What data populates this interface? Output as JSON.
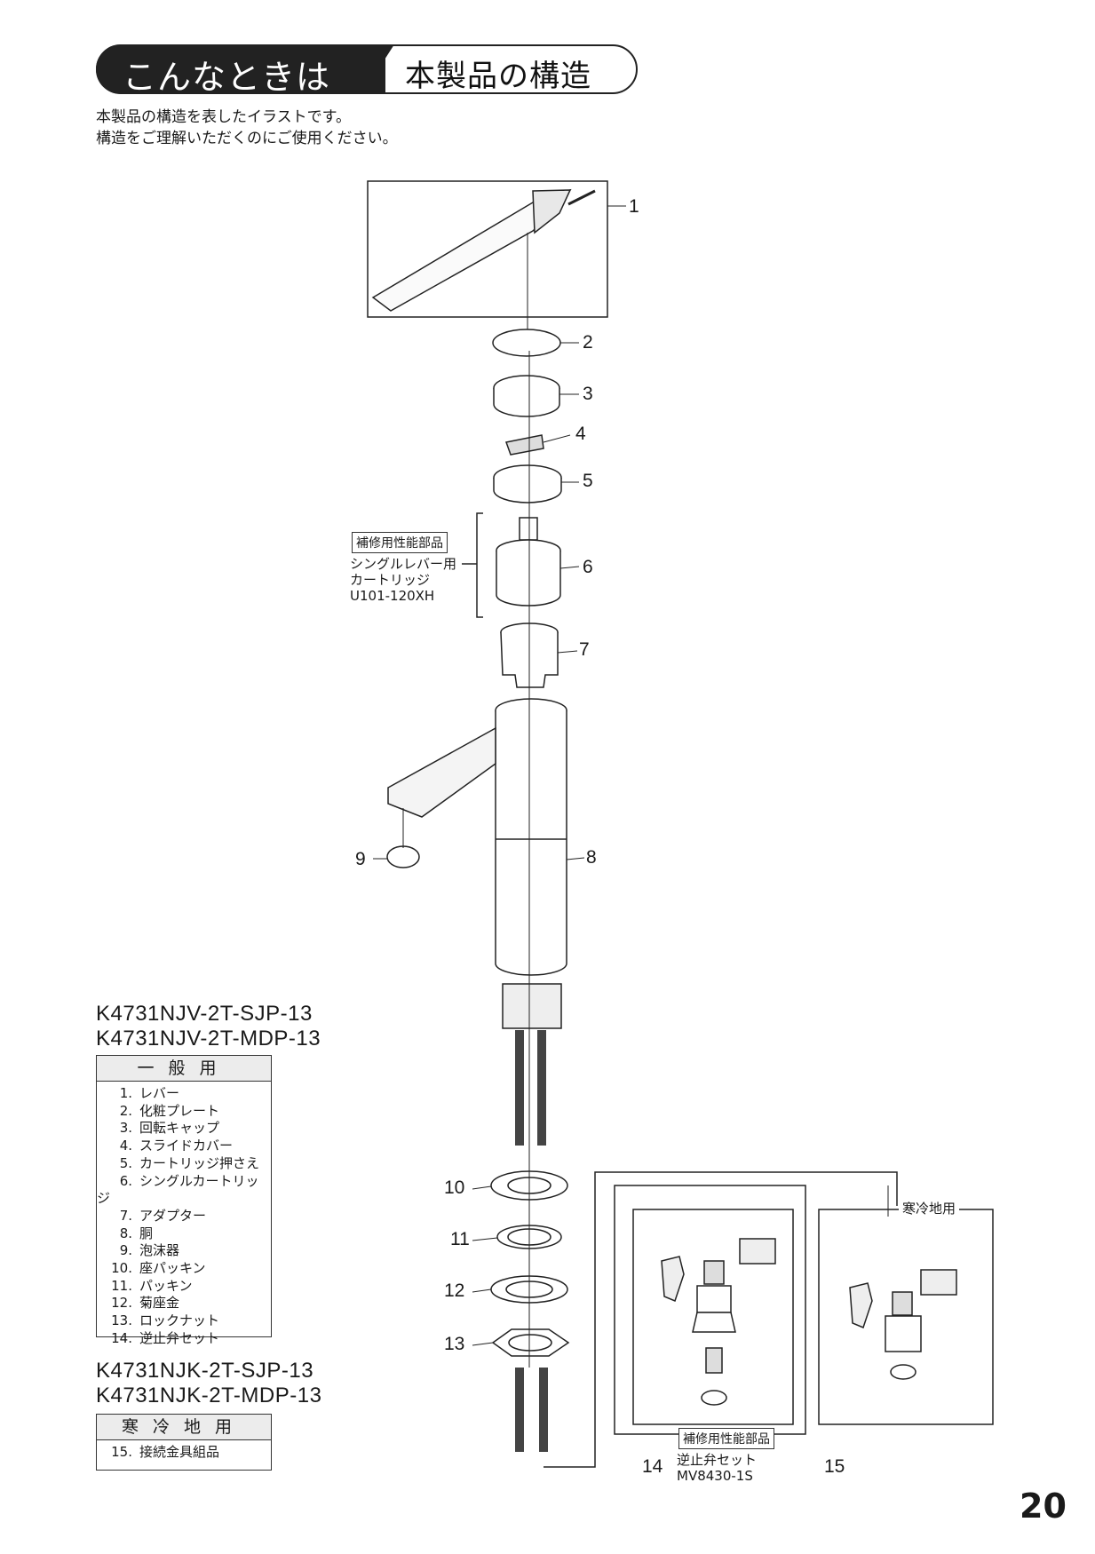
{
  "header": {
    "section": "こんなときは",
    "topic": "本製品の構造"
  },
  "intro": {
    "line1": "本製品の構造を表したイラストです。",
    "line2": "構造をご理解いただくのにご使用ください。"
  },
  "general": {
    "models": [
      "K4731NJV-2T-SJP-13",
      "K4731NJV-2T-MDP-13"
    ],
    "heading": "一般用",
    "parts": [
      {
        "no": "1.",
        "name": "レバー"
      },
      {
        "no": "2.",
        "name": "化粧プレート"
      },
      {
        "no": "3.",
        "name": "回転キャップ"
      },
      {
        "no": "4.",
        "name": "スライドカバー"
      },
      {
        "no": "5.",
        "name": "カートリッジ押さえ"
      },
      {
        "no": "6.",
        "name": "シングルカートリッジ"
      },
      {
        "no": "7.",
        "name": "アダプター"
      },
      {
        "no": "8.",
        "name": "胴"
      },
      {
        "no": "9.",
        "name": "泡沫器"
      },
      {
        "no": "10.",
        "name": "座パッキン"
      },
      {
        "no": "11.",
        "name": "パッキン"
      },
      {
        "no": "12.",
        "name": "菊座金"
      },
      {
        "no": "13.",
        "name": "ロックナット"
      },
      {
        "no": "14.",
        "name": "逆止弁セット"
      }
    ]
  },
  "cold": {
    "models": [
      "K4731NJK-2T-SJP-13",
      "K4731NJK-2T-MDP-13"
    ],
    "heading": "寒冷地用",
    "parts": [
      {
        "no": "15.",
        "name": "接続金具組品"
      }
    ]
  },
  "callouts": [
    "1",
    "2",
    "3",
    "4",
    "5",
    "6",
    "7",
    "8",
    "9",
    "10",
    "11",
    "12",
    "13",
    "14",
    "15"
  ],
  "cartridge_note": {
    "badge": "補修用性能部品",
    "line1": "シングルレバー用",
    "line2": "カートリッジ",
    "code": "U101-120XH"
  },
  "check_valve_note": {
    "badge": "補修用性能部品",
    "line1": "逆止弁セット",
    "code": "MV8430-1S"
  },
  "cold_region_label": "寒冷地用",
  "page_number": "20"
}
